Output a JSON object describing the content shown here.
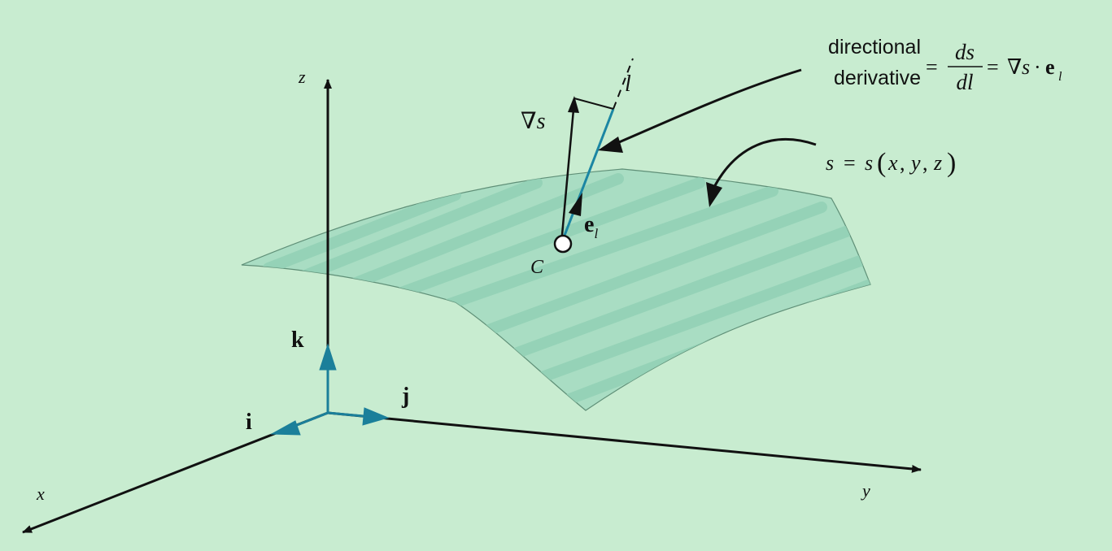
{
  "colors": {
    "background": "#c8ecd0",
    "surface_fill": "#a6dcc4",
    "surface_stroke": "#5f8f77",
    "surface_hatch": "#8fcfb2",
    "unit_vector": "#1b7f9a",
    "line_l": "#1b86a3",
    "ink": "#111111"
  },
  "axes": {
    "x_label": "x",
    "y_label": "y",
    "z_label": "z"
  },
  "unit_vectors": {
    "i_label": "i",
    "j_label": "j",
    "k_label": "k"
  },
  "point": {
    "label": "C"
  },
  "gradient": {
    "label_nabla": "∇",
    "label_s": "s"
  },
  "direction": {
    "line_label": "l",
    "unit_e": "e",
    "unit_sub": "l"
  },
  "surface_equation": {
    "lhs": "s",
    "eq": "=",
    "rhs_s": "s",
    "open": "(",
    "x": "x",
    "comma1": ",",
    "y": "y",
    "comma2": ",",
    "z": "z",
    "close": ")"
  },
  "directional_derivative": {
    "word1": "directional",
    "word2": "derivative",
    "eq1": "=",
    "num": "ds",
    "den": "dl",
    "eq2": "=",
    "nabla": "∇",
    "s": "s",
    "dot": "·",
    "e": "e",
    "sub": "l"
  }
}
